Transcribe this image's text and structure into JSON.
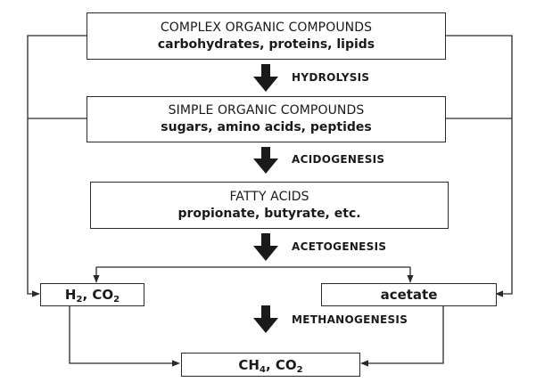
{
  "diagram": {
    "nodes": {
      "complex": {
        "title": "COMPLEX ORGANIC COMPOUNDS",
        "detail": "carbohydrates, proteins, lipids"
      },
      "simple": {
        "title": "SIMPLE ORGANIC COMPOUNDS",
        "detail": "sugars, amino acids, peptides"
      },
      "fatty": {
        "title": "FATTY ACIDS",
        "detail": "propionate, butyrate, etc."
      },
      "h2co2": {
        "h": "H",
        "h_sub": "2",
        "sep": ", CO",
        "co_sub": "2"
      },
      "acetate": {
        "label": "acetate"
      },
      "ch4co2": {
        "ch": "CH",
        "ch_sub": "4",
        "sep": ", CO",
        "co_sub": "2"
      }
    },
    "stages": {
      "hydrolysis": "HYDROLYSIS",
      "acidogenesis": "ACIDOGENESIS",
      "acetogenesis": "ACETOGENESIS",
      "methanogenesis": "METHANOGENESIS"
    },
    "colors": {
      "line": "#2a2a2a",
      "arrow": "#1a1a1a"
    }
  }
}
